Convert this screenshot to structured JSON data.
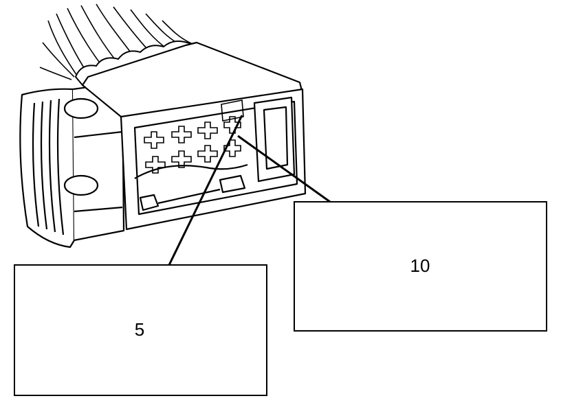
{
  "diagram": {
    "callouts": [
      {
        "id": "callout-5",
        "label": "5"
      },
      {
        "id": "callout-10",
        "label": "10"
      }
    ],
    "colors": {
      "stroke": "#000000",
      "background": "#ffffff"
    }
  }
}
